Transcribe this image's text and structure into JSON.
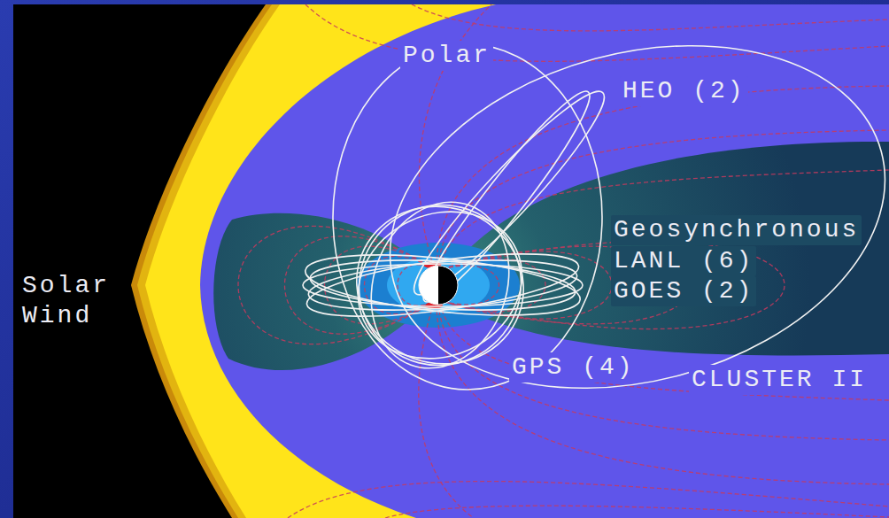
{
  "diagram": {
    "labels": [
      "Polar",
      "HEO (2)",
      "Solar Wind",
      "Geosynchronous",
      "LANL (6)",
      "GOES (2)",
      "GPS (4)",
      "CLUSTER II"
    ]
  }
}
